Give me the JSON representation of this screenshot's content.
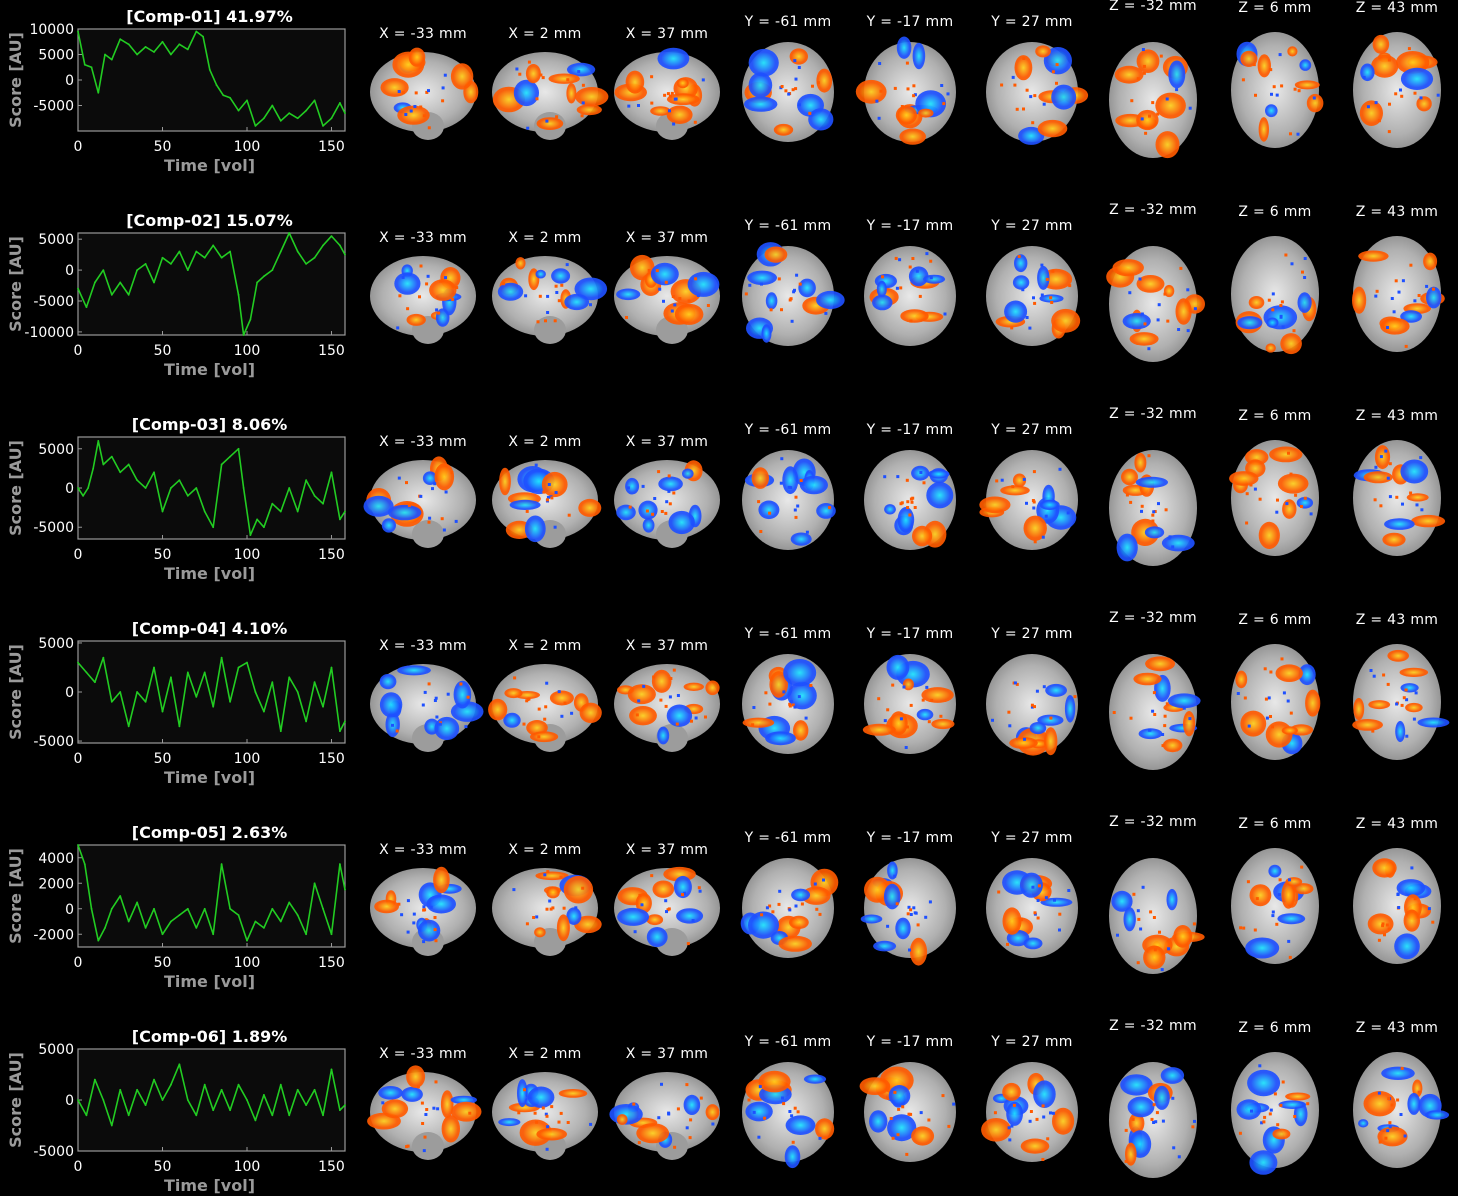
{
  "chart_data": {
    "type": "line",
    "x_axis_label": "Time [vol]",
    "y_axis_label": "Score [AU]",
    "x_ticks": [
      0,
      50,
      100,
      150
    ],
    "xlim": [
      0,
      158
    ],
    "line_color": "#22cc22",
    "slice_labels": {
      "sagittal": [
        "X = -33 mm",
        "X = 2 mm",
        "X = 37 mm"
      ],
      "coronal": [
        "Y = -61 mm",
        "Y = -17 mm",
        "Y = 27 mm"
      ],
      "axial": [
        "Z = -32 mm",
        "Z = 6 mm",
        "Z = 43 mm"
      ]
    },
    "map_colors": {
      "positive": [
        "#ff5a00",
        "#ffd21e"
      ],
      "negative": [
        "#1e50ff",
        "#1ee6ff"
      ]
    },
    "components": [
      {
        "title": "[Comp-01] 41.97%",
        "ylim": [
          -10000,
          10000
        ],
        "y_ticks": [
          10000,
          5000,
          0,
          -5000
        ],
        "x": [
          0,
          4,
          8,
          12,
          16,
          20,
          25,
          30,
          35,
          40,
          45,
          50,
          55,
          60,
          65,
          70,
          74,
          78,
          82,
          86,
          90,
          95,
          100,
          105,
          110,
          115,
          120,
          125,
          130,
          135,
          140,
          145,
          150,
          155,
          158
        ],
        "values": [
          9500,
          3000,
          2500,
          -2500,
          5000,
          4000,
          8000,
          7000,
          5000,
          6500,
          5500,
          7500,
          5000,
          7000,
          6000,
          9500,
          8500,
          2000,
          -1000,
          -3000,
          -3500,
          -6000,
          -4000,
          -9000,
          -7500,
          -5000,
          -8000,
          -6500,
          -7500,
          -6000,
          -4000,
          -9000,
          -7500,
          -4500,
          -6500
        ]
      },
      {
        "title": "[Comp-02] 15.07%",
        "ylim": [
          -10500,
          6000
        ],
        "y_ticks": [
          5000,
          0,
          -5000,
          -10000
        ],
        "x": [
          0,
          5,
          10,
          15,
          20,
          25,
          30,
          35,
          40,
          45,
          50,
          55,
          60,
          65,
          70,
          75,
          80,
          85,
          90,
          95,
          98,
          102,
          106,
          110,
          115,
          120,
          125,
          130,
          135,
          140,
          145,
          150,
          155,
          158
        ],
        "values": [
          -3000,
          -6000,
          -2000,
          0,
          -4000,
          -2000,
          -4000,
          0,
          1000,
          -2000,
          2000,
          1000,
          3000,
          0,
          3000,
          2000,
          4000,
          2000,
          3000,
          -4000,
          -10500,
          -8000,
          -2000,
          -1000,
          0,
          3000,
          6000,
          3000,
          1000,
          2000,
          4000,
          5500,
          4000,
          2500
        ]
      },
      {
        "title": "[Comp-03] 8.06%",
        "ylim": [
          -6500,
          6500
        ],
        "y_ticks": [
          5000,
          0,
          -5000
        ],
        "x": [
          0,
          3,
          6,
          9,
          12,
          15,
          20,
          25,
          30,
          35,
          40,
          45,
          50,
          55,
          60,
          65,
          70,
          75,
          80,
          85,
          90,
          95,
          98,
          102,
          106,
          110,
          115,
          120,
          125,
          130,
          135,
          140,
          145,
          150,
          155,
          158
        ],
        "values": [
          0,
          -1000,
          0,
          2500,
          6000,
          3000,
          4000,
          2000,
          3000,
          1000,
          0,
          2000,
          -3000,
          0,
          1000,
          -1000,
          0,
          -3000,
          -5000,
          3000,
          4000,
          5000,
          0,
          -6000,
          -4000,
          -5000,
          -2000,
          -3000,
          0,
          -3000,
          1000,
          -1000,
          -2000,
          2000,
          -4000,
          -3000
        ]
      },
      {
        "title": "[Comp-04] 4.10%",
        "ylim": [
          -5200,
          5200
        ],
        "y_ticks": [
          5000,
          0,
          -5000
        ],
        "x": [
          0,
          5,
          10,
          15,
          20,
          25,
          30,
          35,
          40,
          45,
          50,
          55,
          60,
          65,
          70,
          75,
          80,
          85,
          90,
          95,
          100,
          105,
          110,
          115,
          120,
          125,
          130,
          135,
          140,
          145,
          150,
          155,
          158
        ],
        "values": [
          3000,
          2000,
          1000,
          3500,
          -1000,
          0,
          -3500,
          0,
          -1000,
          2500,
          -2000,
          1500,
          -3500,
          2000,
          -500,
          2000,
          -1500,
          3500,
          -1000,
          2500,
          3000,
          0,
          -2000,
          1000,
          -4000,
          1500,
          0,
          -3000,
          1000,
          -1500,
          2500,
          -4000,
          -3000
        ]
      },
      {
        "title": "[Comp-05] 2.63%",
        "ylim": [
          -3000,
          5000
        ],
        "y_ticks": [
          4000,
          2000,
          0,
          -2000
        ],
        "x": [
          0,
          4,
          8,
          12,
          16,
          20,
          25,
          30,
          35,
          40,
          45,
          50,
          55,
          60,
          65,
          70,
          75,
          80,
          85,
          90,
          95,
          100,
          105,
          110,
          115,
          120,
          125,
          130,
          135,
          140,
          145,
          150,
          155,
          158
        ],
        "values": [
          5000,
          3500,
          0,
          -2500,
          -1500,
          0,
          1000,
          -1000,
          500,
          -1500,
          0,
          -2000,
          -1000,
          -500,
          0,
          -1500,
          0,
          -2000,
          3500,
          0,
          -500,
          -2500,
          -1000,
          -1500,
          0,
          -1000,
          500,
          -500,
          -2000,
          2000,
          0,
          -2000,
          3500,
          1500
        ]
      },
      {
        "title": "[Comp-06] 1.89%",
        "ylim": [
          -5000,
          5000
        ],
        "y_ticks": [
          5000,
          0,
          -5000
        ],
        "x": [
          0,
          5,
          10,
          15,
          20,
          25,
          30,
          35,
          40,
          45,
          50,
          55,
          60,
          65,
          70,
          75,
          80,
          85,
          90,
          95,
          100,
          105,
          110,
          115,
          120,
          125,
          130,
          135,
          140,
          145,
          150,
          155,
          158
        ],
        "values": [
          0,
          -1500,
          2000,
          0,
          -2500,
          1000,
          -1500,
          1000,
          -500,
          2000,
          0,
          1500,
          3500,
          0,
          -1500,
          1500,
          -1000,
          1000,
          -1000,
          1500,
          0,
          -2000,
          500,
          -1500,
          1500,
          -1500,
          1000,
          -500,
          1000,
          -1500,
          3000,
          -1000,
          -500
        ]
      }
    ]
  }
}
